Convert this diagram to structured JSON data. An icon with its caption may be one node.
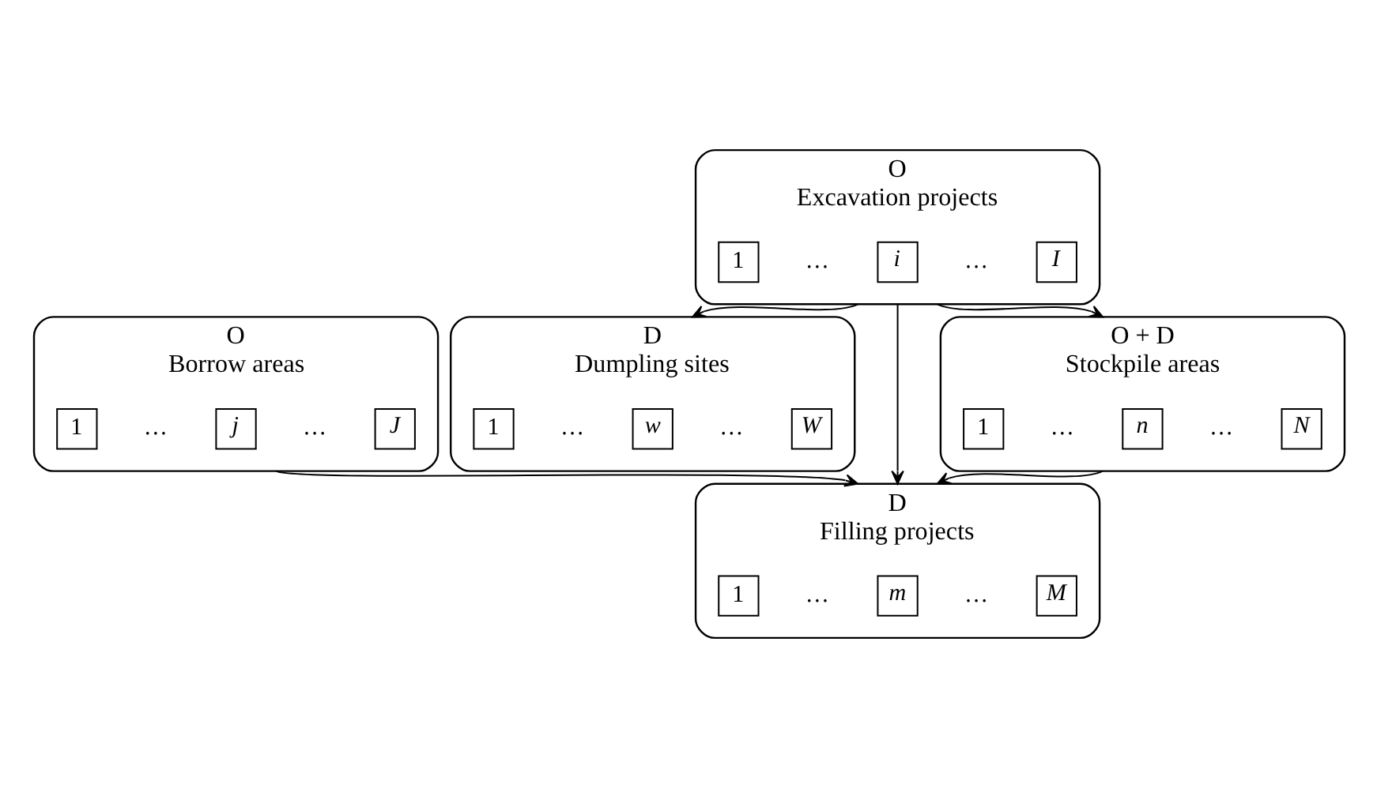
{
  "diagram": {
    "nodes": [
      {
        "text": [
          "O",
          "Borrow areas"
        ]
      },
      {
        "text": [
          "1"
        ],
        "in": 0
      },
      {
        "text": [
          "j"
        ],
        "in": 0
      },
      {
        "text": [
          "J"
        ],
        "in": 0
      },
      {
        "text": [
          "D",
          "Dumpling sites"
        ]
      },
      {
        "text": [
          "1"
        ],
        "in": 4
      },
      {
        "text": [
          "w"
        ],
        "in": 4
      },
      {
        "text": [
          "W"
        ],
        "in": 4
      },
      {
        "text": [
          "O",
          "Excavation projects"
        ]
      },
      {
        "text": [
          "1"
        ],
        "in": 8
      },
      {
        "text": [
          "i"
        ],
        "in": 8
      },
      {
        "text": [
          "I"
        ],
        "in": 8
      },
      {
        "text": [
          "D",
          "Filling projects"
        ]
      },
      {
        "text": [
          "1"
        ],
        "in": 12
      },
      {
        "text": [
          "m"
        ],
        "in": 12
      },
      {
        "text": [
          "M"
        ],
        "in": 12
      },
      {
        "text": [
          "O + D",
          "Stockpile areas"
        ]
      },
      {
        "text": [
          "1"
        ],
        "in": 16
      },
      {
        "text": [
          "n"
        ],
        "in": 16
      },
      {
        "text": [
          "N"
        ],
        "in": 16
      }
    ],
    "edges": [
      {
        "from": 0,
        "to": 12,
        "arrow": "to"
      },
      {
        "from": 8,
        "to": 4,
        "arrow": "to"
      },
      {
        "from": 8,
        "to": 12,
        "arrow": "to"
      },
      {
        "from": 8,
        "to": 16,
        "arrow": "to"
      },
      {
        "from": 16,
        "to": 12,
        "arrow": "to"
      }
    ],
    "labels": [
      "…",
      "…",
      "…",
      "…",
      "…",
      "…",
      "…",
      "…",
      "…",
      "…"
    ]
  }
}
